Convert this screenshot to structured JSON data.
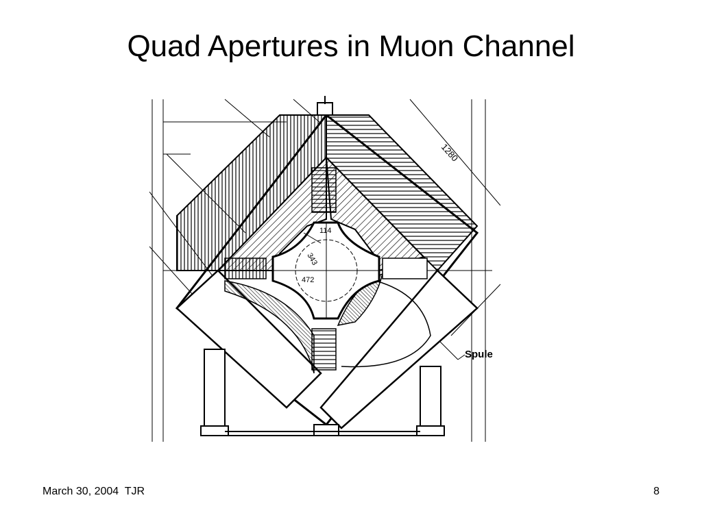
{
  "slide": {
    "title": "Quad Apertures in Muon Channel",
    "footer_left": "March 30, 2004  TJR",
    "page_number": "8"
  },
  "drawing": {
    "labels": {
      "dim_outer": "1280",
      "dim_pole": "114",
      "dim_inner": "343",
      "dim_bore": "472",
      "coil": "Spule"
    }
  }
}
